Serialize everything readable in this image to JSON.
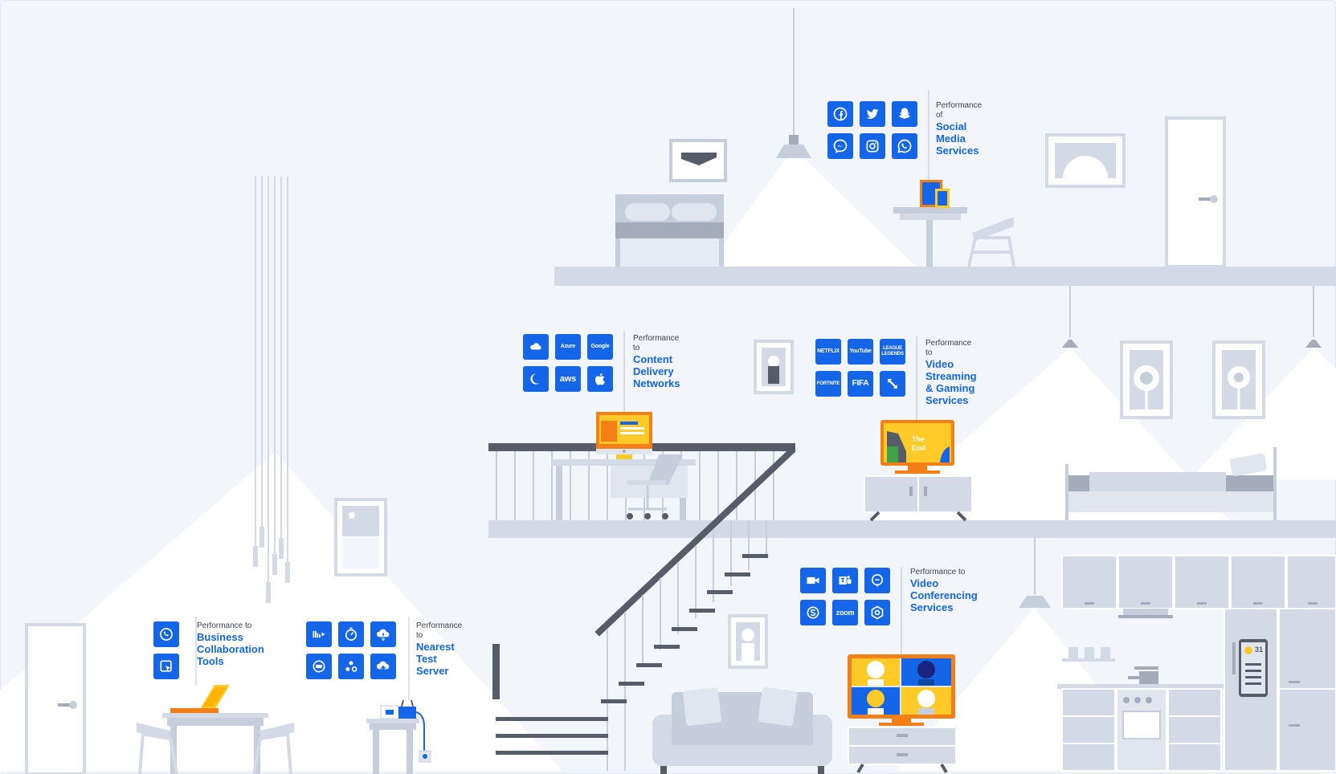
{
  "groups": {
    "social": {
      "caption_small": "Performance of",
      "caption_lines": [
        "Social Media",
        "Services"
      ],
      "icons": [
        "facebook-icon",
        "twitter-icon",
        "snapchat-icon",
        "messenger-icon",
        "instagram-icon",
        "whatsapp-icon"
      ]
    },
    "cdn": {
      "caption_small": "Performance to",
      "caption_lines": [
        "Content Delivery",
        "Networks"
      ],
      "icons": [
        "cdn-logo-icon",
        "azure-logo-icon",
        "google-logo-icon",
        "akamai-logo-icon",
        "aws-logo-icon",
        "apple-logo-icon"
      ],
      "icon_text": [
        "",
        "Azure",
        "Google",
        "",
        "aws",
        ""
      ]
    },
    "video": {
      "caption_small": "Performance to",
      "caption_lines": [
        "Video Streaming",
        "& Gaming Services"
      ],
      "icons": [
        "netflix-logo-icon",
        "youtube-logo-icon",
        "league-of-legends-logo-icon",
        "fortnite-logo-icon",
        "fifa-logo-icon",
        "dota-logo-icon"
      ],
      "icon_text": [
        "NETFLIX",
        "YouTube",
        "LEAGUE LEGENDS",
        "FORTNITE",
        "FIFA",
        ""
      ]
    },
    "conf": {
      "caption_small": "Performance to",
      "caption_lines": [
        "Video",
        "Conferencing",
        "Services"
      ],
      "icons": [
        "video-camera-icon",
        "teams-icon",
        "chat-bubble-icon",
        "skype-icon",
        "zoom-logo-icon",
        "webex-icon"
      ],
      "icon_text": [
        "",
        "",
        "",
        "",
        "zoom",
        ""
      ]
    },
    "business": {
      "caption_small": "Performance to",
      "caption_lines": [
        "Business",
        "Collaboration",
        "Tools"
      ],
      "icons": [
        "phone-icon",
        "cursor-window-icon"
      ]
    },
    "server": {
      "caption_small": "Performance to",
      "caption_lines": [
        "Nearest",
        "Test Server"
      ],
      "icons": [
        "latency-icon",
        "speed-gauge-icon",
        "download-cloud-icon",
        "server-chat-icon",
        "nodes-icon",
        "upload-cloud-icon"
      ]
    }
  },
  "scene": {
    "tv_text": [
      "The",
      "End"
    ],
    "calendar_text": "31"
  },
  "colors": {
    "accent": "#1565e8",
    "background": "#f2f5fa",
    "floor": "#d3d9e5",
    "furniture": "#c7cedb",
    "dark": "#565c68",
    "screen_orange": "#f57f17",
    "screen_yellow": "#ffca28"
  }
}
